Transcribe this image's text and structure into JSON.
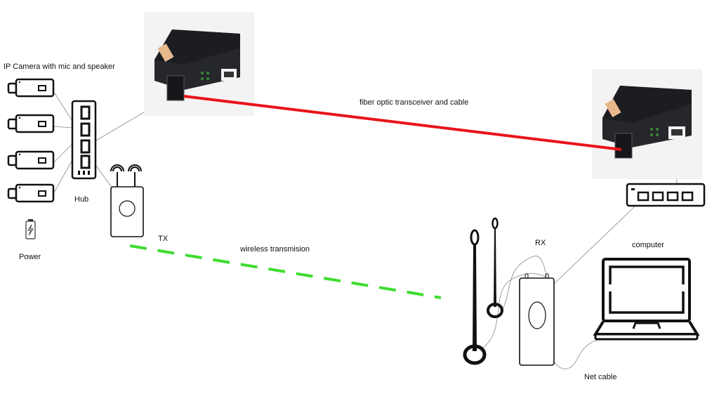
{
  "labels": {
    "cameras": "IP Camera with mic and speaker",
    "hub": "Hub",
    "power": "Power",
    "tx": "TX",
    "wireless": "wireless transmision",
    "fiber": "fiber optic transceiver and cable",
    "rx": "RX",
    "computer": "computer",
    "net_cable": "Net cable"
  },
  "colors": {
    "fiber_cable": "#e8141a",
    "wireless_link": "#3ddc2e",
    "device_body": "#26272b",
    "icon_stroke": "#111111"
  },
  "icons": [
    "ip-camera-icon",
    "hub-icon",
    "battery-icon",
    "wireless-transmitter-icon",
    "fiber-transceiver-photo",
    "switch-icon",
    "antenna-icon",
    "wireless-receiver-icon",
    "laptop-icon"
  ]
}
